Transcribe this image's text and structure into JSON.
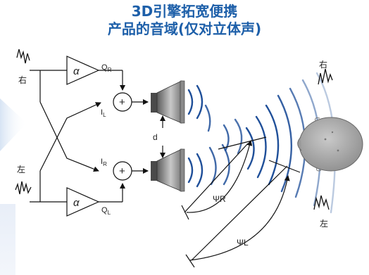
{
  "title": {
    "line1": "3D引擎拓宽便携",
    "line2": "产品的音域(仅对立体声)"
  },
  "diagram": {
    "input_right_label": "右",
    "input_left_label": "左",
    "amp_symbol": "α",
    "sum_symbol": "+",
    "q_r": "Q",
    "q_r_sub": "R",
    "q_l": "Q",
    "q_l_sub": "L",
    "i_l": "I",
    "i_l_sub": "L",
    "i_r": "I",
    "i_r_sub": "R",
    "speaker_distance": "d",
    "ear_right_label": "右",
    "ear_left_label": "左",
    "angle_r": "ΨR",
    "angle_l": "ΨL"
  },
  "colors": {
    "title": "#1d5fa9",
    "waves": "#1f4f99",
    "head": "#9a9a9a"
  }
}
